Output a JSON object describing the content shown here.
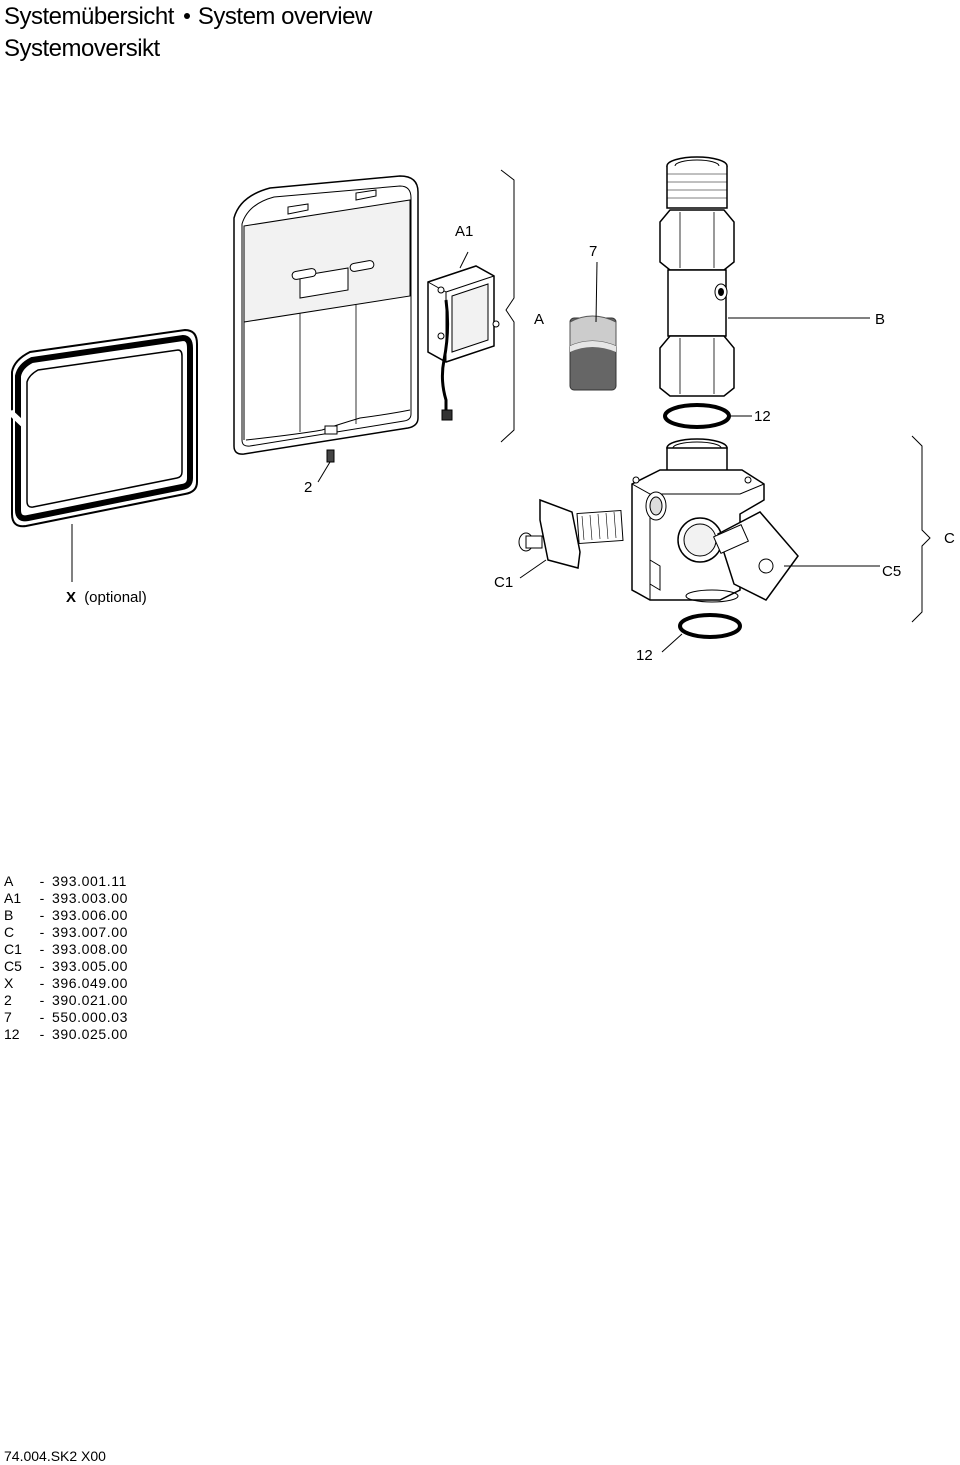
{
  "title": {
    "de": "Systemübersicht",
    "en": "System overview",
    "no": "Systemoversikt"
  },
  "labels": {
    "A1": "A1",
    "seven": "7",
    "A": "A",
    "B": "B",
    "twelve_top": "12",
    "two": "2",
    "C": "C",
    "C5": "C5",
    "C1": "C1",
    "X_bold": "X",
    "X_optional": "(optional)",
    "twelve_bottom": "12"
  },
  "parts": [
    {
      "code": "A",
      "number": "393.001.11"
    },
    {
      "code": "A1",
      "number": "393.003.00"
    },
    {
      "code": "B",
      "number": "393.006.00"
    },
    {
      "code": "C",
      "number": "393.007.00"
    },
    {
      "code": "C1",
      "number": "393.008.00"
    },
    {
      "code": "C5",
      "number": "393.005.00"
    },
    {
      "code": "X",
      "number": "396.049.00"
    },
    {
      "code": "2",
      "number": "390.021.00"
    },
    {
      "code": "7",
      "number": "550.000.03"
    },
    {
      "code": "12",
      "number": "390.025.00"
    }
  ],
  "footer": "74.004.SK2 X00",
  "colors": {
    "line": "#000000",
    "battery_dark": "#666666",
    "battery_light": "#cccccc",
    "shade": "#e6e6e6"
  }
}
